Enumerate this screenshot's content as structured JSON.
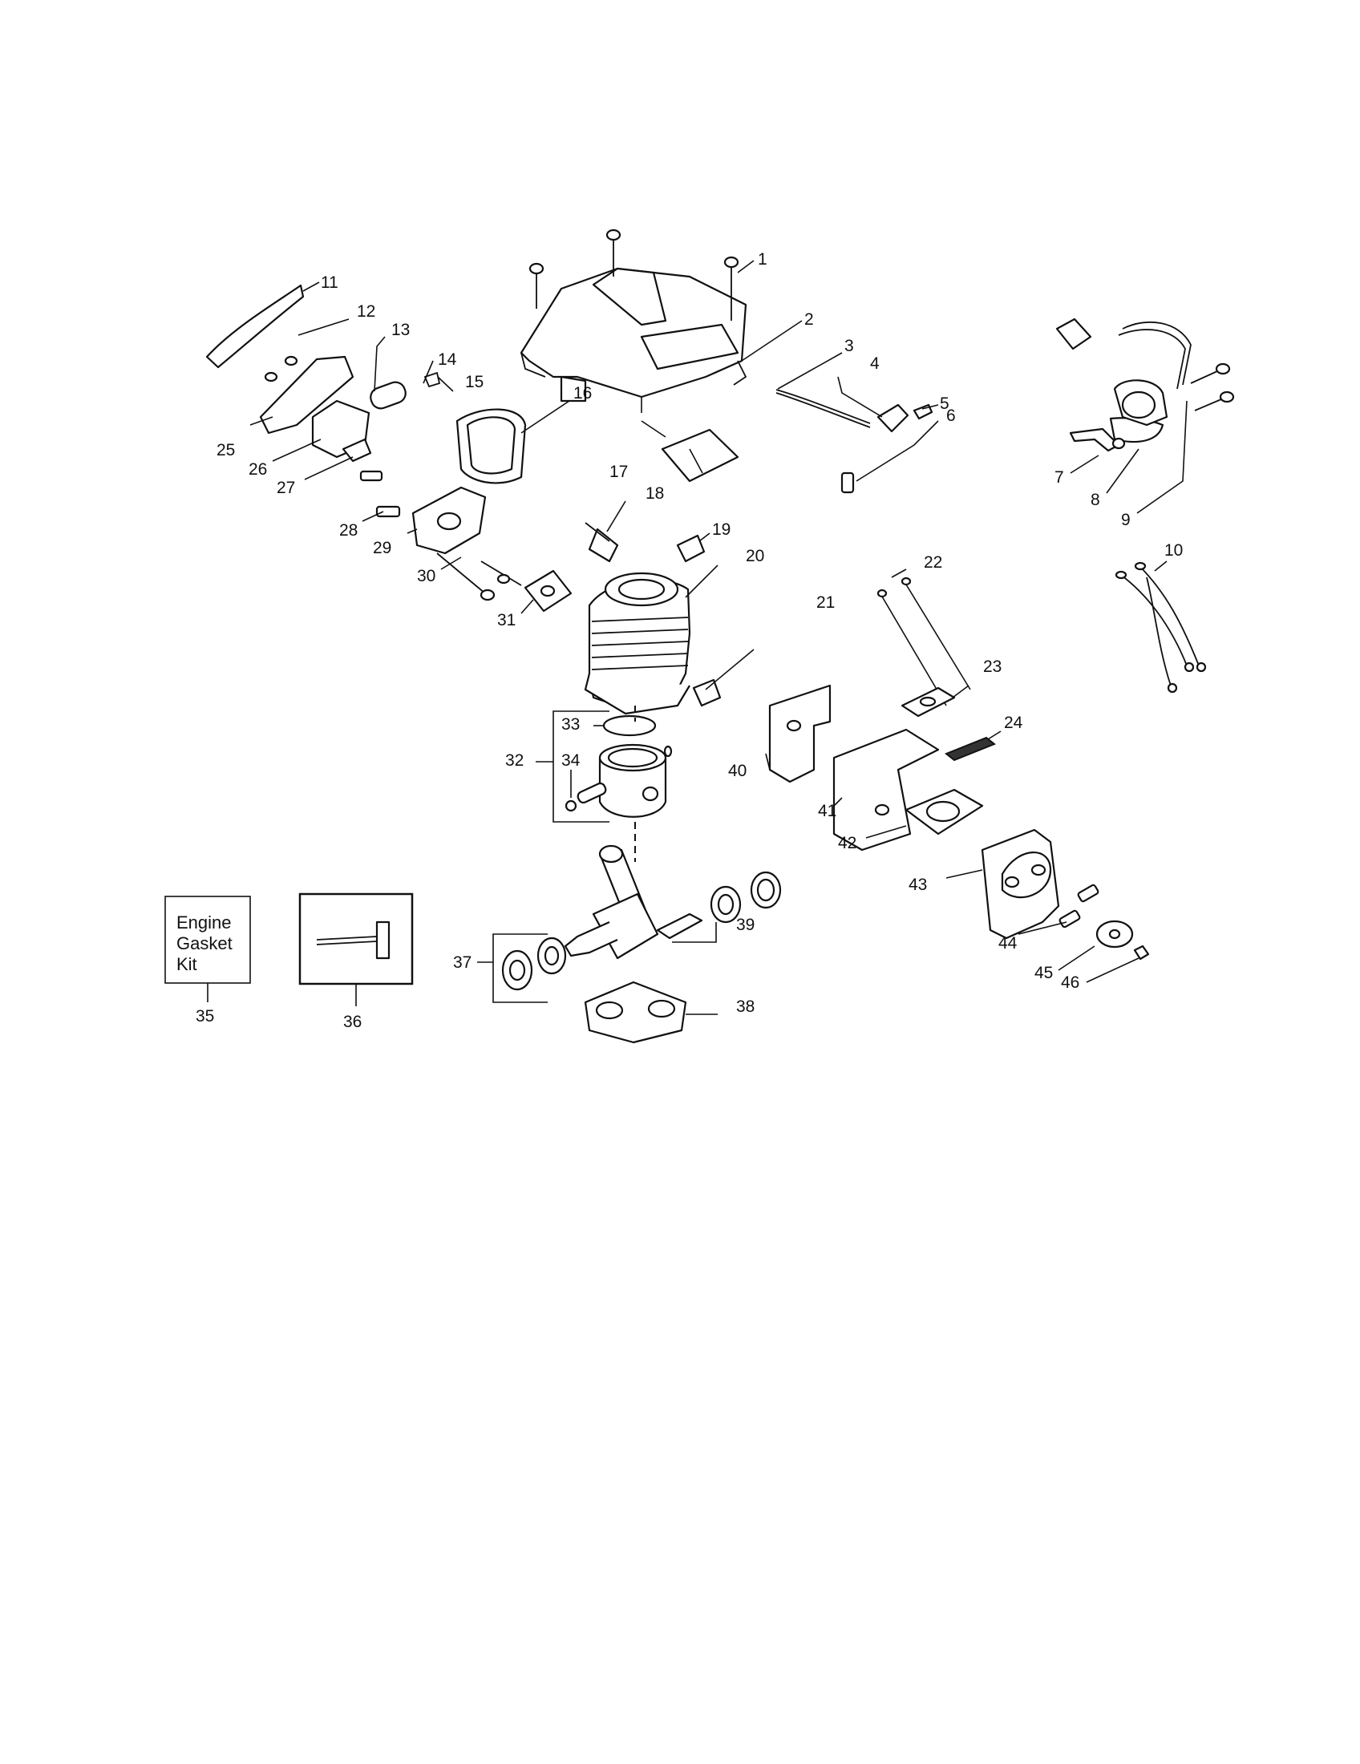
{
  "callouts": {
    "c1": "1",
    "c2": "2",
    "c3": "3",
    "c4": "4",
    "c5": "5",
    "c6": "6",
    "c7": "7",
    "c8": "8",
    "c9": "9",
    "c10": "10",
    "c11": "11",
    "c12": "12",
    "c13": "13",
    "c14": "14",
    "c15": "15",
    "c16": "16",
    "c17": "17",
    "c18": "18",
    "c19": "19",
    "c20": "20",
    "c21": "21",
    "c22": "22",
    "c23": "23",
    "c24": "24",
    "c25": "25",
    "c26": "26",
    "c27": "27",
    "c28": "28",
    "c29": "29",
    "c30": "30",
    "c31": "31",
    "c32": "32",
    "c33": "33",
    "c34": "34",
    "c35": "35",
    "c36": "36",
    "c37": "37",
    "c38": "38",
    "c39": "39",
    "c40": "40",
    "c41": "41",
    "c42": "42",
    "c43": "43",
    "c44": "44",
    "c45": "45",
    "c46": "46"
  },
  "kit_box": {
    "line1": "Engine",
    "line2": "Gasket",
    "line3": "Kit"
  }
}
